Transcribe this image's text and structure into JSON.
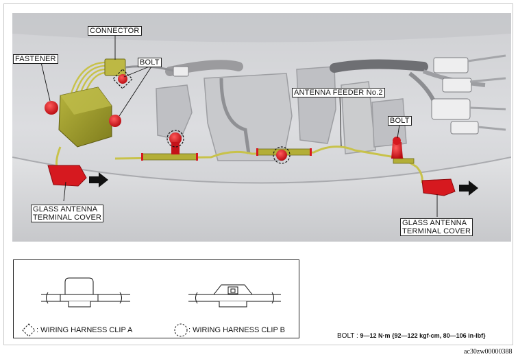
{
  "labels": {
    "connector": "CONNECTOR",
    "fastener": "FASTENER",
    "bolt_left": "BOLT",
    "antenna_feeder": "ANTENNA FEEDER No.2",
    "bolt_right": "BOLT",
    "glass_left_line1": "GLASS ANTENNA",
    "glass_left_line2": "TERMINAL COVER",
    "glass_right_line1": "GLASS ANTENNA",
    "glass_right_line2": "TERMINAL COVER"
  },
  "legend": {
    "clip_a": ": WIRING HARNESS CLIP A",
    "clip_b": ": WIRING HARNESS CLIP B"
  },
  "spec": {
    "prefix": "BOLT : ",
    "value": "9—12 N·m {92—122 kgf-cm, 80—106 in-lbf}"
  },
  "image_code": "ac30zw00000388",
  "colors": {
    "bolt_red": "#d6191f",
    "harness_yellow": "#c8c24a",
    "amplifier_olive": "#9c9a2a",
    "background_gray": "#d8d9db"
  }
}
